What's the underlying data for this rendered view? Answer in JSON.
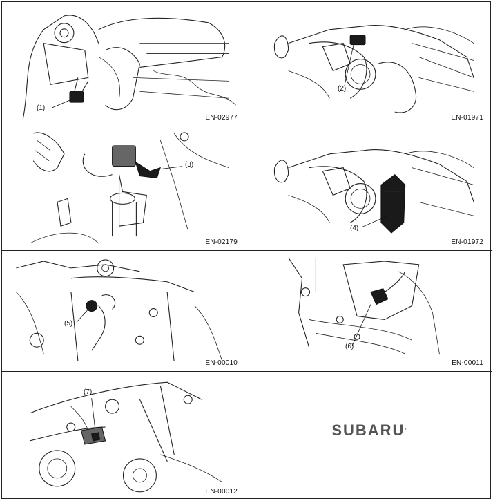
{
  "panels": [
    {
      "callout": "(1)",
      "code": "EN-02977"
    },
    {
      "callout": "(2)",
      "code": "EN-01971"
    },
    {
      "callout": "(3)",
      "code": "EN-02179"
    },
    {
      "callout": "(4)",
      "code": "EN-01972"
    },
    {
      "callout": "(5)",
      "code": "EN-00010"
    },
    {
      "callout": "(6)",
      "code": "EN-00011"
    },
    {
      "callout": "(7)",
      "code": "EN-00012"
    }
  ],
  "brand": {
    "name": "SUBARU",
    "mark": "."
  }
}
